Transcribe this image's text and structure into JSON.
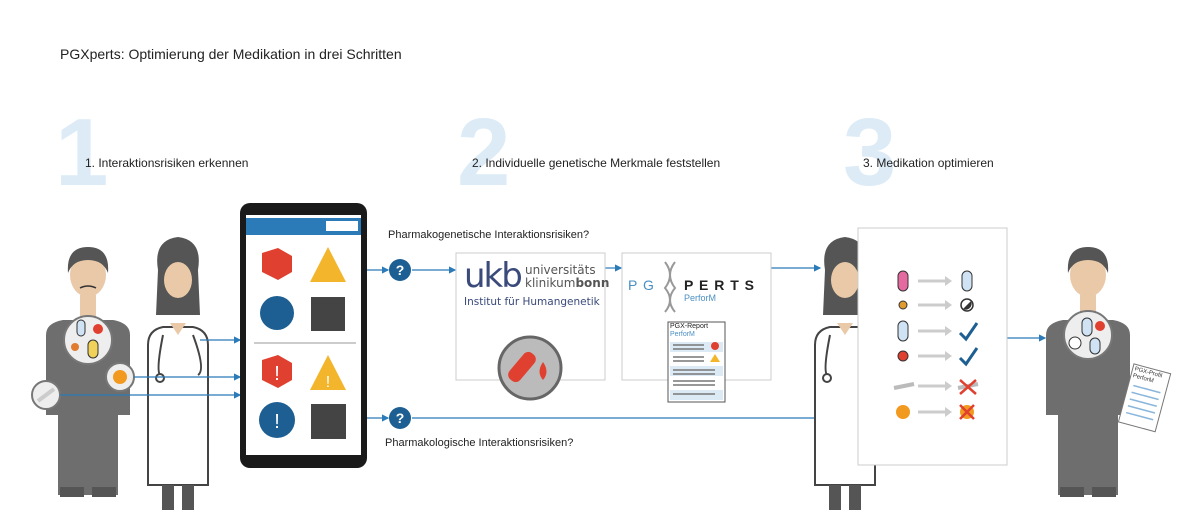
{
  "title": "PGXperts: Optimierung der Medikation in drei Schritten",
  "steps": [
    {
      "number": "1",
      "label": "1. Interaktionsrisiken erkennen"
    },
    {
      "number": "2",
      "label": "2. Individuelle genetische Merkmale feststellen"
    },
    {
      "number": "3",
      "label": "3. Medikation optimieren"
    }
  ],
  "questions": {
    "genetic": "Pharmakogenetische Interaktionsrisiken?",
    "pharmacological": "Pharmakologische Interaktionsrisiken?",
    "icon": "question-mark"
  },
  "ukb": {
    "logo_mark": "ukb",
    "name_line1": "universitäts",
    "name_line2_a": "klinikum",
    "name_line2_b": "bonn",
    "institute": "Institut für Humangenetik"
  },
  "pgx": {
    "logo_left": "P G",
    "logo_right": "P E R T S",
    "subtitle": "PerforM",
    "report_title": "PGX-Report",
    "report_subtitle": "PerforM"
  },
  "patient_document": "PGX-Profil PerforM",
  "colors": {
    "accent_blue": "#2b7bb9",
    "dark_blue": "#1d5f92",
    "number_blue": "#dcebf6",
    "red": "#e0402f",
    "yellow": "#f3b52b",
    "gray": "#6e6e6e"
  }
}
